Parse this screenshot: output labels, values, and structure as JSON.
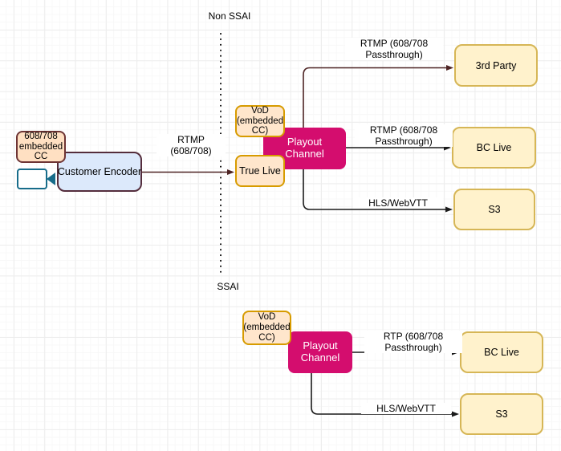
{
  "sections": {
    "non_ssai": "Non SSAI",
    "ssai": "SSAI"
  },
  "nodes": {
    "cc_badge": {
      "lines": [
        "608/708",
        "embedded",
        "CC"
      ]
    },
    "encoder": {
      "label": "Customer Encoder"
    },
    "vod_top": {
      "lines": [
        "VoD",
        "(embedded",
        "CC)"
      ]
    },
    "true_live": {
      "label": "True Live"
    },
    "playout_top": {
      "lines": [
        "Playout",
        "Channel"
      ]
    },
    "third_party": {
      "label": "3rd Party"
    },
    "bc_live_top": {
      "label": "BC Live"
    },
    "s3_top": {
      "label": "S3"
    },
    "vod_bottom": {
      "lines": [
        "VoD",
        "(embedded",
        "CC)"
      ]
    },
    "playout_bottom": {
      "lines": [
        "Playout",
        "Channel"
      ]
    },
    "bc_live_bottom": {
      "label": "BC Live"
    },
    "s3_bottom": {
      "label": "S3"
    }
  },
  "edges": {
    "encoder_to_true_live": {
      "lines": [
        "RTMP",
        "(608/708)"
      ]
    },
    "playout_to_third_party": {
      "lines": [
        "RTMP (608/708",
        "Passthrough)"
      ]
    },
    "playout_to_bc_live": {
      "lines": [
        "RTMP (608/708",
        "Passthrough)"
      ]
    },
    "playout_to_s3": {
      "label": "HLS/WebVTT"
    },
    "playout2_to_bc_live": {
      "lines": [
        "RTP (608/708",
        "Passthrough)"
      ]
    },
    "playout2_to_s3": {
      "label": "HLS/WebVTT"
    }
  },
  "colors": {
    "magenta": "#D40D6E",
    "peach_fill": "#FFE6CC",
    "peach_stroke": "#D79B00",
    "badge_fill": "#FFE0C2",
    "badge_stroke": "#6E3434",
    "blue_fill": "#DCE9FB",
    "blue_stroke": "#542D3C",
    "yellow_fill": "#FFF2CC",
    "yellow_stroke": "#D6B656",
    "maroon_line": "#4D2323",
    "black_line": "#1A1A1A",
    "camera": "#176C8A"
  }
}
